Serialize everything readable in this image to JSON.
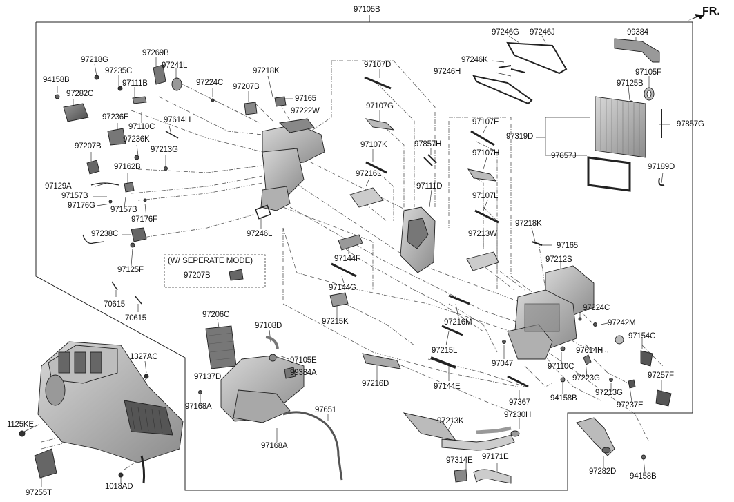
{
  "diagram": {
    "orientation_label": "FR.",
    "separate_mode_label": "(W/ SEPERATE MODE)",
    "parts": [
      "97105B",
      "99384",
      "97246G",
      "97246J",
      "97246K",
      "97246H",
      "97105F",
      "97125B",
      "97857G",
      "97319D",
      "97857J",
      "97189D",
      "97107D",
      "97107G",
      "97107K",
      "97216L",
      "97857H",
      "97107E",
      "97107H",
      "97107L",
      "97111D",
      "97213W",
      "97218K",
      "97165",
      "97212S",
      "97144F",
      "97144G",
      "97215K",
      "97216M",
      "97215L",
      "97144E",
      "97216D",
      "97224C",
      "97242M",
      "97154C",
      "97614H",
      "97047",
      "97110C",
      "97223G",
      "97213G",
      "97237E",
      "94158B",
      "97257F",
      "97367",
      "97230H",
      "97213K",
      "97314E",
      "97171E",
      "97282D",
      "94158B",
      "97269B",
      "97241L",
      "97218G",
      "97235C",
      "94158B",
      "97111B",
      "97282C",
      "97224C",
      "97218K",
      "97207B",
      "97165",
      "97222W",
      "97236E",
      "97110C",
      "97614H",
      "97207B",
      "97236K",
      "97213G",
      "97162B",
      "97129A",
      "97157B",
      "97176G",
      "97157B",
      "97176F",
      "97246L",
      "97238C",
      "97125F",
      "97207B",
      "70615",
      "70615",
      "97206C",
      "97108D",
      "97105E",
      "99384A",
      "97137D",
      "97168A",
      "97168A",
      "97651",
      "1327AC",
      "1125KE",
      "97255T",
      "1018AD"
    ]
  }
}
